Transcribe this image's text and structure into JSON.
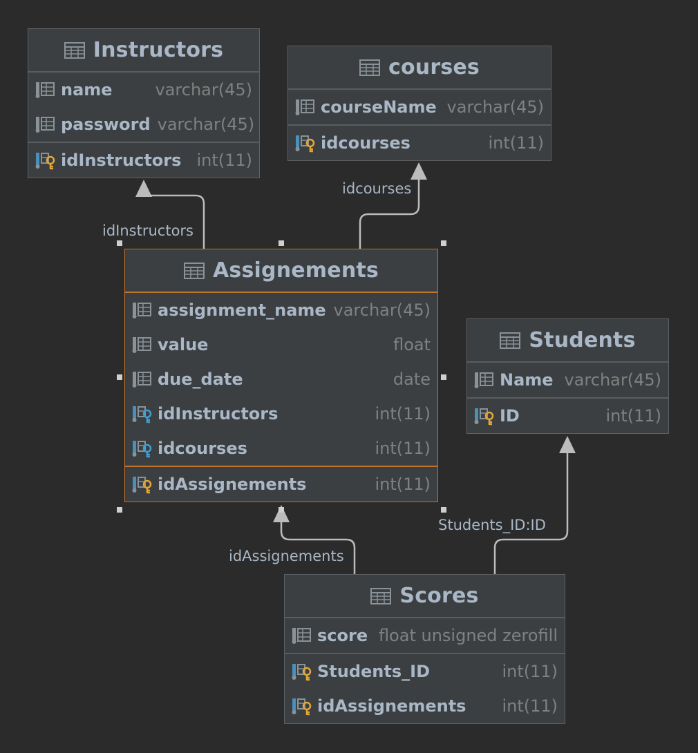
{
  "diagram": {
    "colors": {
      "background": "#2b2b2b",
      "table_fill": "#3c3f41",
      "table_border": "#5e6163",
      "selected_border": "#c0742a",
      "title_text": "#a9b7c6",
      "type_text": "#808080",
      "connector": "#bcbcbc",
      "column_icon": "#8a9399",
      "key_icon_foreign": "#3aa0d5",
      "key_icon_primary": "#e6a833"
    },
    "tables": [
      {
        "id": "instructors",
        "name": "Instructors",
        "icon": "table-icon",
        "selected": false,
        "columns": [
          {
            "name": "name",
            "type": "varchar(45)",
            "icon": "column-icon"
          },
          {
            "name": "password",
            "type": "varchar(45)",
            "icon": "column-icon"
          }
        ],
        "keys": [
          {
            "name": "idInstructors",
            "type": "int(11)",
            "icon": "primary-key-icon"
          }
        ]
      },
      {
        "id": "courses",
        "name": "courses",
        "icon": "table-icon",
        "selected": false,
        "columns": [
          {
            "name": "courseName",
            "type": "varchar(45)",
            "icon": "column-icon"
          }
        ],
        "keys": [
          {
            "name": "idcourses",
            "type": "int(11)",
            "icon": "primary-key-icon"
          }
        ]
      },
      {
        "id": "assignements",
        "name": "Assignements",
        "icon": "table-icon",
        "selected": true,
        "columns": [
          {
            "name": "assignment_name",
            "type": "varchar(45)",
            "icon": "column-icon"
          },
          {
            "name": "value",
            "type": "float",
            "icon": "column-icon"
          },
          {
            "name": "due_date",
            "type": "date",
            "icon": "column-icon"
          },
          {
            "name": "idInstructors",
            "type": "int(11)",
            "icon": "foreign-key-icon"
          },
          {
            "name": "idcourses",
            "type": "int(11)",
            "icon": "foreign-key-icon"
          }
        ],
        "keys": [
          {
            "name": "idAssignements",
            "type": "int(11)",
            "icon": "primary-key-icon"
          }
        ]
      },
      {
        "id": "students",
        "name": "Students",
        "icon": "table-icon",
        "selected": false,
        "columns": [
          {
            "name": "Name",
            "type": "varchar(45)",
            "icon": "column-icon"
          }
        ],
        "keys": [
          {
            "name": "ID",
            "type": "int(11)",
            "icon": "primary-key-icon"
          }
        ]
      },
      {
        "id": "scores",
        "name": "Scores",
        "icon": "table-icon",
        "selected": false,
        "columns": [
          {
            "name": "score",
            "type": "float unsigned zerofill",
            "icon": "column-icon"
          }
        ],
        "keys": [
          {
            "name": "Students_ID",
            "type": "int(11)",
            "icon": "primary-foreign-key-icon"
          },
          {
            "name": "idAssignements",
            "type": "int(11)",
            "icon": "primary-foreign-key-icon"
          }
        ]
      }
    ],
    "relations": [
      {
        "id": "rel-instructors",
        "from": "assignements",
        "to": "instructors",
        "label": "idInstructors"
      },
      {
        "id": "rel-courses",
        "from": "assignements",
        "to": "courses",
        "label": "idcourses"
      },
      {
        "id": "rel-assignements",
        "from": "scores",
        "to": "assignements",
        "label": "idAssignements"
      },
      {
        "id": "rel-students",
        "from": "scores",
        "to": "students",
        "label": "Students_ID:ID"
      }
    ]
  }
}
